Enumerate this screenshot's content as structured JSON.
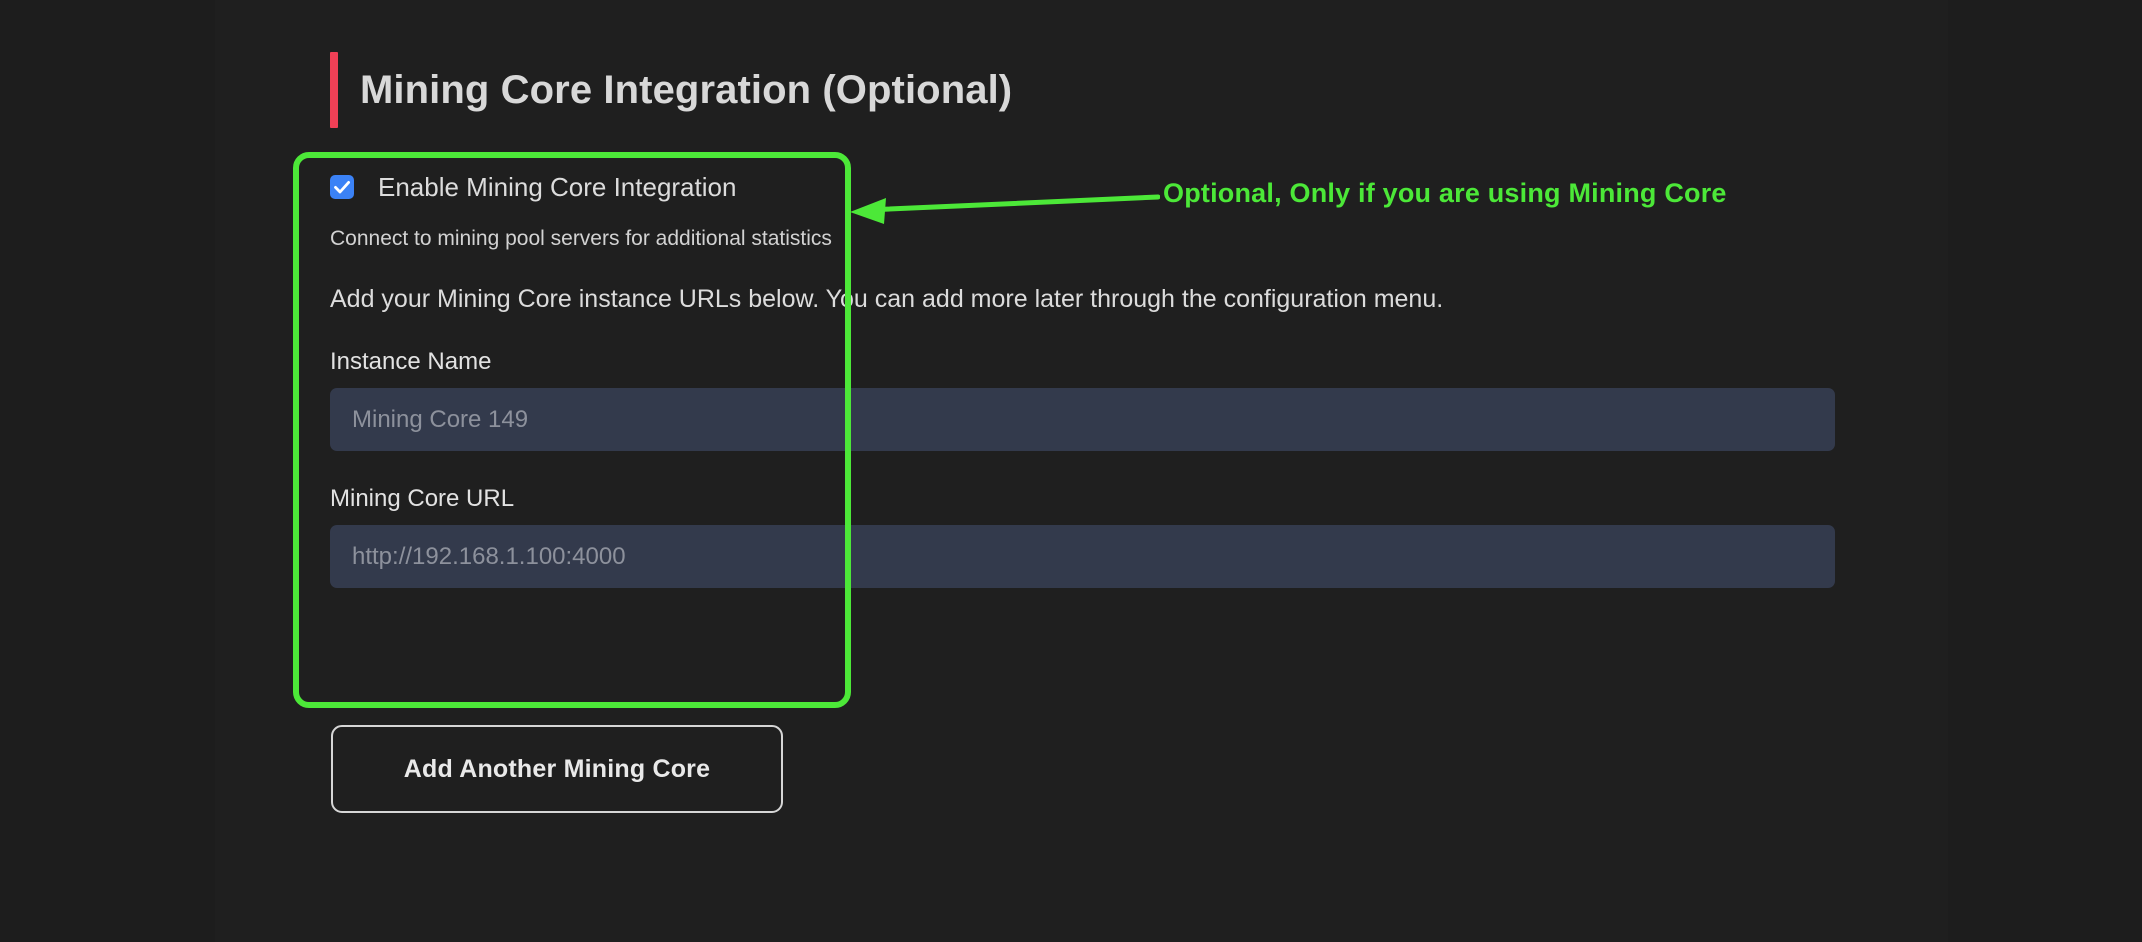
{
  "theme": {
    "page_background": "#1b1b1b",
    "content_background": "#1f1f1f",
    "accent_red": "#ef4056",
    "annotation_green": "#4ce838",
    "checkbox_blue": "#3b82f6",
    "input_background": "#333a4c",
    "input_placeholder": "#8d919c",
    "text_primary": "#dcdcdc"
  },
  "header": {
    "title": "Mining Core Integration (Optional)"
  },
  "form": {
    "enable_checkbox": {
      "label": "Enable Mining Core Integration",
      "checked": true,
      "help_text": "Connect to mining pool servers for additional statistics"
    },
    "lead_text": "Add your Mining Core instance URLs below. You can add more later through the configuration menu.",
    "fields": [
      {
        "label": "Instance Name",
        "value": "",
        "placeholder": "Mining Core 149"
      },
      {
        "label": "Mining Core URL",
        "value": "",
        "placeholder": "http://192.168.1.100:4000"
      }
    ],
    "add_button_label": "Add Another Mining Core"
  },
  "annotation": {
    "text": "Optional, Only if you are using Mining Core",
    "arrow_direction": "left",
    "highlight_shape": "rounded-rectangle"
  }
}
